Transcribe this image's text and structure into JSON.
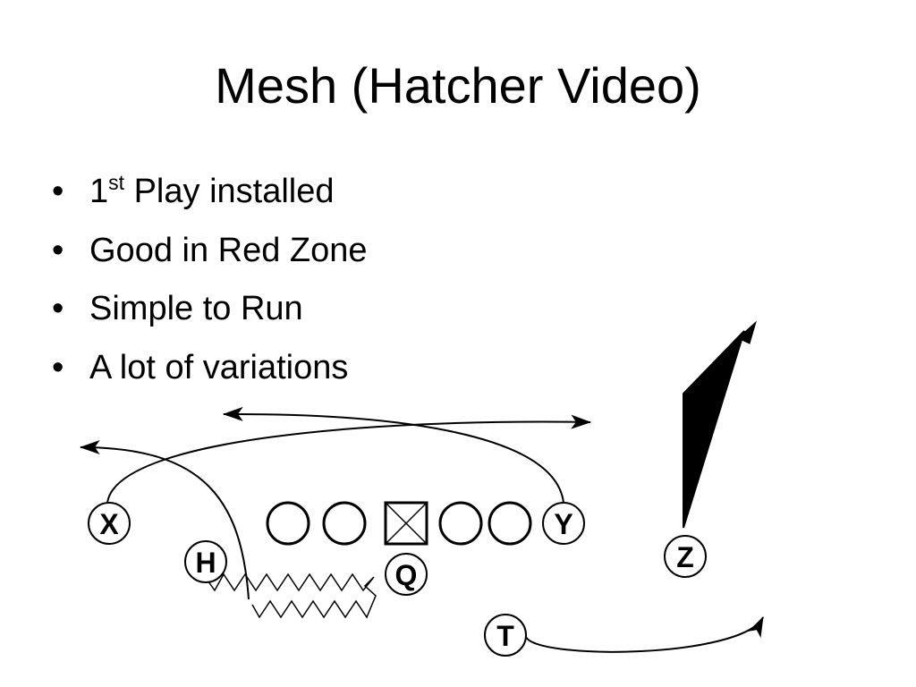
{
  "slide": {
    "title": "Mesh (Hatcher Video)",
    "bullets": [
      {
        "bullet": "•",
        "main": "1",
        "sup": "st",
        "rest": " Play installed"
      },
      {
        "bullet": "•",
        "text": "Good in Red Zone"
      },
      {
        "bullet": "•",
        "text": "Simple to Run"
      },
      {
        "bullet": "•",
        "text": "A lot of variations"
      }
    ]
  },
  "diagram": {
    "players": [
      "X",
      "H",
      "Q",
      "Y",
      "Z",
      "T"
    ],
    "linemen_count": 5,
    "center_marker": "crossed-square"
  }
}
